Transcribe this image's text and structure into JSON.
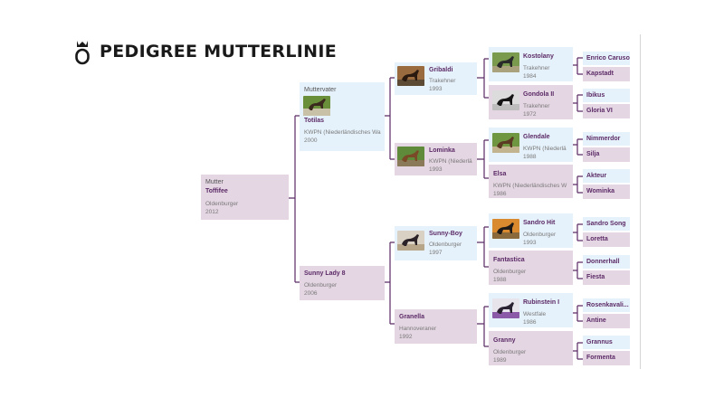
{
  "title": "PEDIGREE MUTTERLINIE",
  "gen1": {
    "role": "Mutter",
    "name": "Toffifee",
    "breed": "Oldenburger",
    "year": "2012"
  },
  "gen2": [
    {
      "role": "Muttervater",
      "name": "Totilas",
      "breed": "KWPN (Niederländisches Wa",
      "year": "2000"
    },
    {
      "name": "Sunny Lady 8",
      "breed": "Oldenburger",
      "year": "2006"
    }
  ],
  "gen3": [
    {
      "name": "Gribaldi",
      "breed": "Trakehner",
      "year": "1993"
    },
    {
      "name": "Lominka",
      "breed": "KWPN (Niederlä",
      "year": "1993"
    },
    {
      "name": "Sunny-Boy",
      "breed": "Oldenburger",
      "year": "1997"
    },
    {
      "name": "Granella",
      "breed": "Hannoveraner",
      "year": "1992"
    }
  ],
  "gen4": [
    {
      "name": "Kostolany",
      "breed": "Trakehner",
      "year": "1984"
    },
    {
      "name": "Gondola II",
      "breed": "Trakehner",
      "year": "1972"
    },
    {
      "name": "Glendale",
      "breed": "KWPN (Niederlä",
      "year": "1988"
    },
    {
      "name": "Elsa",
      "breed": "KWPN (Niederländisches W",
      "year": "1986"
    },
    {
      "name": "Sandro Hit",
      "breed": "Oldenburger",
      "year": "1993"
    },
    {
      "name": "Fantastica",
      "breed": "Oldenburger",
      "year": "1988"
    },
    {
      "name": "Rubinstein I",
      "breed": "Westfale",
      "year": "1986"
    },
    {
      "name": "Granny",
      "breed": "Oldenburger",
      "year": "1989"
    }
  ],
  "gen5": [
    "Enrico Caruso",
    "Kapstadt",
    "Ibikus",
    "Gloria VI",
    "Nimmerdor",
    "Silja",
    "Akteur",
    "Wominka",
    "Sandro Song",
    "Loretta",
    "Donnerhall",
    "Fiesta",
    "Rosenkavali...",
    "Antine",
    "Grannus",
    "Formenta"
  ],
  "colors": {
    "line": "#5b2a66",
    "sire_box": "#e6f2fb",
    "dam_box": "#e4d6e3",
    "name": "#5b2a66"
  }
}
